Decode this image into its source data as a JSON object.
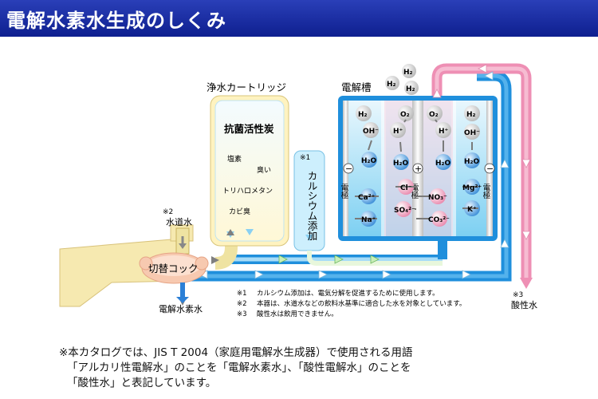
{
  "header": {
    "title": "電解水素水生成のしくみ"
  },
  "diagram": {
    "cartridge_title": "浄水カートリッジ",
    "cartridge_label": "抗菌活性炭",
    "cartridge_items": [
      "塩素",
      "臭い",
      "トリハロメタン",
      "カビ臭"
    ],
    "calcium_note": "※1",
    "calcium_label": "カルシウム添加",
    "tap_note": "※2",
    "tap_label": "水道水",
    "cock_label": "切替コック",
    "hydrogen_water_label": "電解水素水",
    "cell_title": "電解槽",
    "acid_note": "※3",
    "acid_label": "酸性水",
    "electrode_minus": "電極",
    "electrode_plus": "電極",
    "minus_sign": "−",
    "plus_sign": "+",
    "top_h2": [
      "H₂",
      "H₂",
      "H₂"
    ],
    "left_ions": [
      "H₂",
      "OH⁻",
      "H₂O",
      "Ca²⁺",
      "Na⁺"
    ],
    "center_left_ions": [
      "O₂",
      "H⁺",
      "H₂O",
      "Cl⁻",
      "SO₄²⁻"
    ],
    "center_right_ions": [
      "O₂",
      "H⁺",
      "H₂O",
      "NO₃⁻",
      "CO₃²⁻"
    ],
    "right_ions": [
      "H₂",
      "OH⁻",
      "H₂O",
      "Mg²⁺",
      "K⁺"
    ]
  },
  "notes": [
    {
      "mark": "※1",
      "text": "カルシウム添加は、電気分解を促進するために使用します。"
    },
    {
      "mark": "※2",
      "text": "本器は、水道水などの飲料水基準に適合した水を対象としています。"
    },
    {
      "mark": "※3",
      "text": "酸性水は飲用できません。"
    }
  ],
  "footnote": [
    "※本カタログでは、JIS T 2004（家庭用電解水生成器）で使用される用語",
    "「アルカリ性電解水」のことを「電解水素水」、「酸性電解水」のことを",
    "「酸性水」と表記しています。"
  ],
  "colors": {
    "header": "#1a2ea0",
    "alkaline_pipe": "#1f8fdc",
    "acid_pipe": "#ee8fb4",
    "cartridge": "#d9f0f8"
  }
}
